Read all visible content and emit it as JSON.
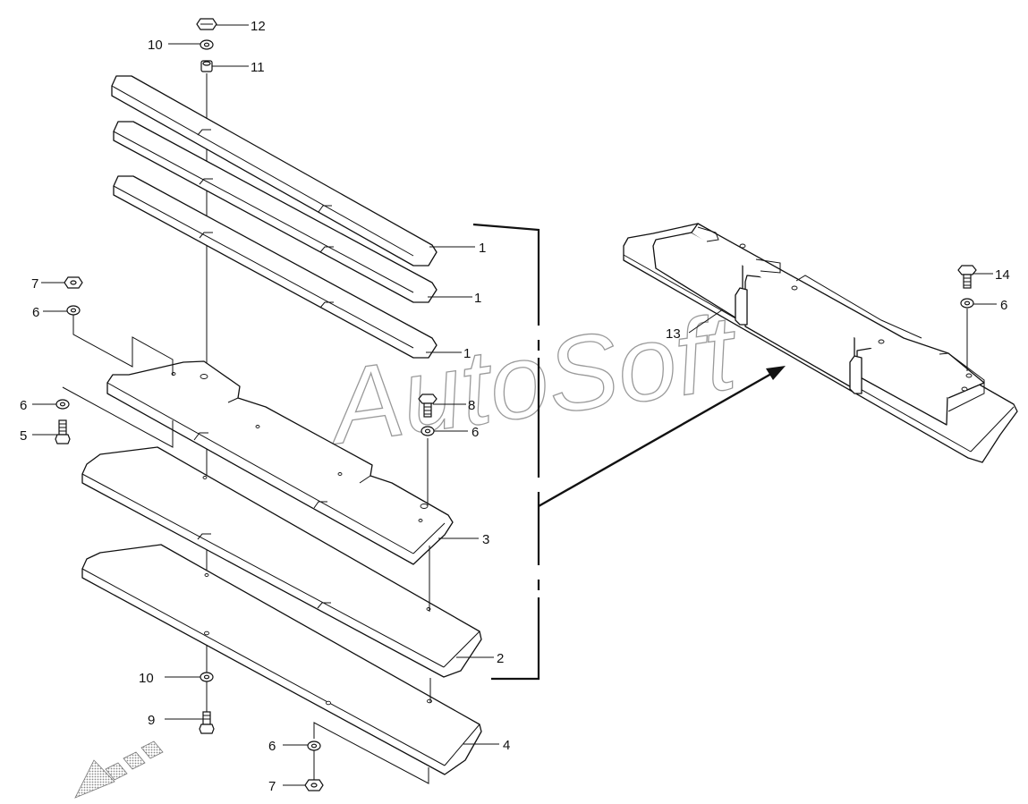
{
  "watermark": "AutoSoft",
  "labels": [
    {
      "id": "l12",
      "text": "12"
    },
    {
      "id": "l10a",
      "text": "10"
    },
    {
      "id": "l11",
      "text": "11"
    },
    {
      "id": "l1a",
      "text": "1"
    },
    {
      "id": "l1b",
      "text": "1"
    },
    {
      "id": "l1c",
      "text": "1"
    },
    {
      "id": "l7a",
      "text": "7"
    },
    {
      "id": "l6a",
      "text": "6"
    },
    {
      "id": "l6b",
      "text": "6"
    },
    {
      "id": "l5",
      "text": "5"
    },
    {
      "id": "l8",
      "text": "8"
    },
    {
      "id": "l6c",
      "text": "6"
    },
    {
      "id": "l3",
      "text": "3"
    },
    {
      "id": "l2",
      "text": "2"
    },
    {
      "id": "l10b",
      "text": "10"
    },
    {
      "id": "l9",
      "text": "9"
    },
    {
      "id": "l6d",
      "text": "6"
    },
    {
      "id": "l4",
      "text": "4"
    },
    {
      "id": "l7b",
      "text": "7"
    },
    {
      "id": "l13",
      "text": "13"
    },
    {
      "id": "l14",
      "text": "14"
    },
    {
      "id": "l6e",
      "text": "6"
    }
  ]
}
